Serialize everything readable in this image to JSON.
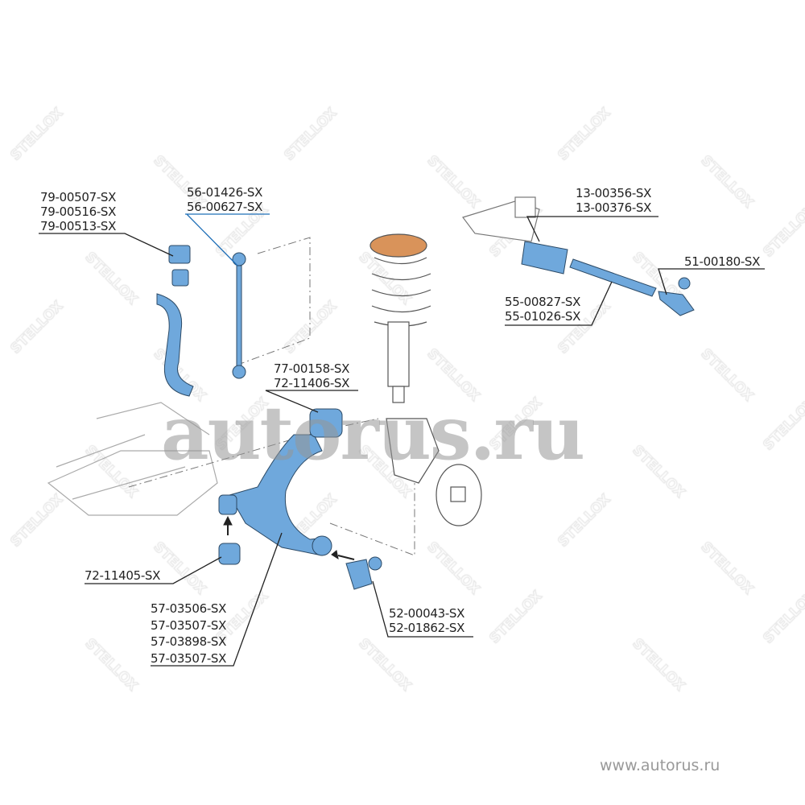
{
  "labels": {
    "stabilizer_bushings": [
      "79-00507-SX",
      "79-00516-SX",
      "79-00513-SX"
    ],
    "stabilizer_link": [
      "56-01426-SX",
      "56-00627-SX"
    ],
    "steering_boot": [
      "13-00356-SX",
      "13-00376-SX"
    ],
    "tie_rod_end": "51-00180-SX",
    "tie_rod": [
      "55-00827-SX",
      "55-01026-SX"
    ],
    "rear_bushing": [
      "77-00158-SX",
      "72-11406-SX"
    ],
    "front_bushing": "72-11405-SX",
    "control_arm": [
      "57-03506-SX",
      "57-03507-SX",
      "57-03898-SX",
      "57-03507-SX"
    ],
    "ball_joint": [
      "52-00043-SX",
      "52-01862-SX"
    ]
  },
  "watermark": "autorus.ru",
  "brand_watermark": "STELLOX",
  "site": "www.autorus.ru",
  "colors": {
    "part_blue": "#6fa8dc",
    "highlight_label": "#1f6fb8",
    "spring_top": "#d9935a"
  }
}
